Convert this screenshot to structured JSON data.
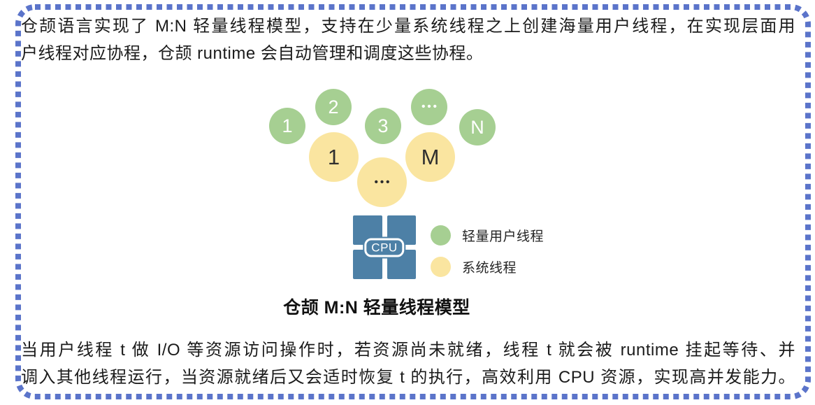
{
  "colors": {
    "border": "#5b74ca",
    "green": "#a6cf92",
    "yellow": "#fae5a0",
    "cpu": "#4d80a6"
  },
  "top_paragraph": {
    "lines": [
      "仓颉语言实现了 M:N 轻量线程模型，支持在少量系统线程之上创建海量用户线程，在实现层面用",
      "户线程对应协程，仓颉 runtime 会自动管理和调度这些协程。"
    ]
  },
  "diagram": {
    "user_threads": [
      "1",
      "2",
      "3",
      "•••",
      "N"
    ],
    "system_threads": [
      "1",
      "•••",
      "M"
    ],
    "cpu_label": "CPU",
    "legend": [
      {
        "swatch": "green",
        "label": "轻量用户线程"
      },
      {
        "swatch": "yellow",
        "label": "系统线程"
      }
    ],
    "caption": "仓颉 M:N 轻量线程模型"
  },
  "bottom_paragraph": {
    "lines": [
      "当用户线程 t 做 I/O 等资源访问操作时，若资源尚未就绪，线程 t 就会被 runtime 挂起等待、并",
      "调入其他线程运行，当资源就绪后又会适时恢复 t 的执行，高效利用 CPU 资源，实现高并发能力。"
    ]
  }
}
